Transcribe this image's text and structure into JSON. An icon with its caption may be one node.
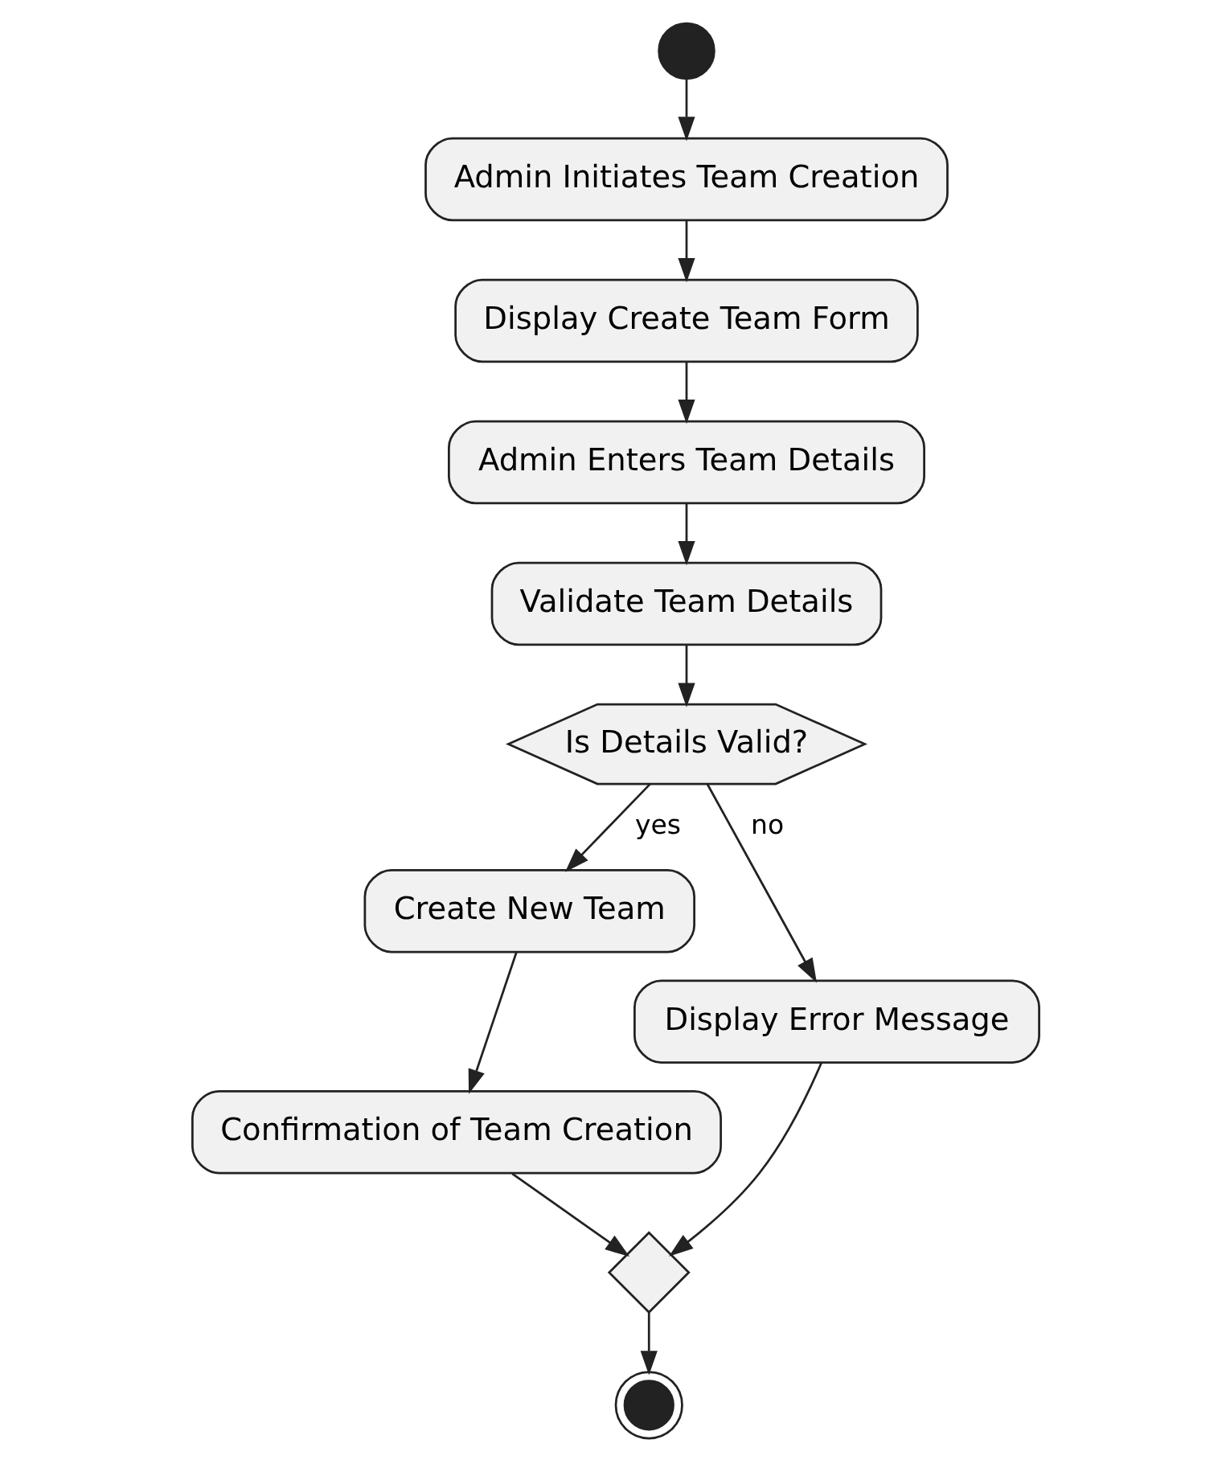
{
  "diagram": {
    "nodes": [
      {
        "text": [],
        "shape": "circle"
      },
      {
        "text": [
          "Admin Initiates Team Creation"
        ]
      },
      {
        "text": [
          "Display Create Team Form"
        ]
      },
      {
        "text": [
          "Admin Enters Team Details"
        ]
      },
      {
        "text": [
          "Validate Team Details"
        ]
      },
      {
        "text": [
          "Is Details Valid?"
        ]
      },
      {
        "text": [
          "Create New Team"
        ]
      },
      {
        "text": [
          "Display Error Message"
        ]
      },
      {
        "text": [
          "Confirmation of Team Creation"
        ]
      },
      {
        "text": [],
        "shape": "diamond"
      },
      {
        "text": [],
        "shape": "bullseye"
      }
    ],
    "edges": [
      {
        "from": 0,
        "to": 1,
        "arrow": "to"
      },
      {
        "from": 1,
        "to": 2,
        "arrow": "to"
      },
      {
        "from": 2,
        "to": 3,
        "arrow": "to"
      },
      {
        "from": 3,
        "to": 4,
        "arrow": "to"
      },
      {
        "from": 4,
        "to": 5,
        "arrow": "to"
      },
      {
        "from": 5,
        "to": 6,
        "arrow": "to",
        "label": "yes"
      },
      {
        "from": 5,
        "to": 7,
        "arrow": "to",
        "label": "no"
      },
      {
        "from": 6,
        "to": 8,
        "arrow": "to"
      },
      {
        "from": 8,
        "to": 9,
        "arrow": "to"
      },
      {
        "from": 7,
        "to": 9,
        "arrow": "to"
      },
      {
        "from": 9,
        "to": 10,
        "arrow": "to"
      }
    ]
  }
}
